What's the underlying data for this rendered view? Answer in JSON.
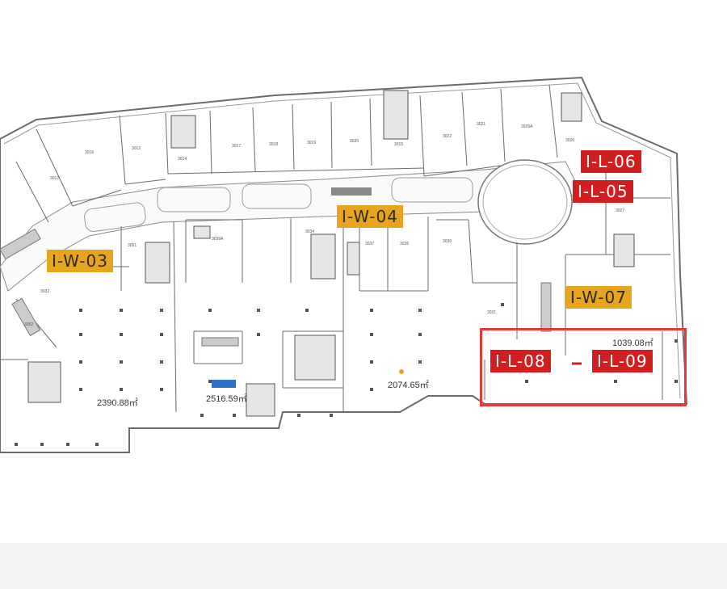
{
  "map": {
    "zone_labels_orange": [
      "I-W-03",
      "I-W-04",
      "I-W-07"
    ],
    "zone_labels_red": [
      "I-L-05",
      "I-L-06",
      "I-L-08",
      "I-L-09"
    ],
    "areas": [
      "2390.88㎡",
      "2516.59㎡",
      "2074.65㎡",
      "1039.08㎡"
    ],
    "unit_labels": [
      "3012",
      "3013",
      "3014",
      "3015",
      "3016",
      "3017",
      "3018",
      "3019",
      "3020",
      "3021",
      "3022",
      "3025A",
      "3026",
      "3027",
      "3030",
      "3031",
      "3032",
      "3034",
      "3036",
      "3037",
      "3039A",
      "3051",
      "3052"
    ],
    "colors": {
      "orange_tag": "#e6a51d",
      "red_tag": "#d21e1e",
      "highlight": "#e23b3b",
      "walls": "#6b6b6b"
    }
  }
}
